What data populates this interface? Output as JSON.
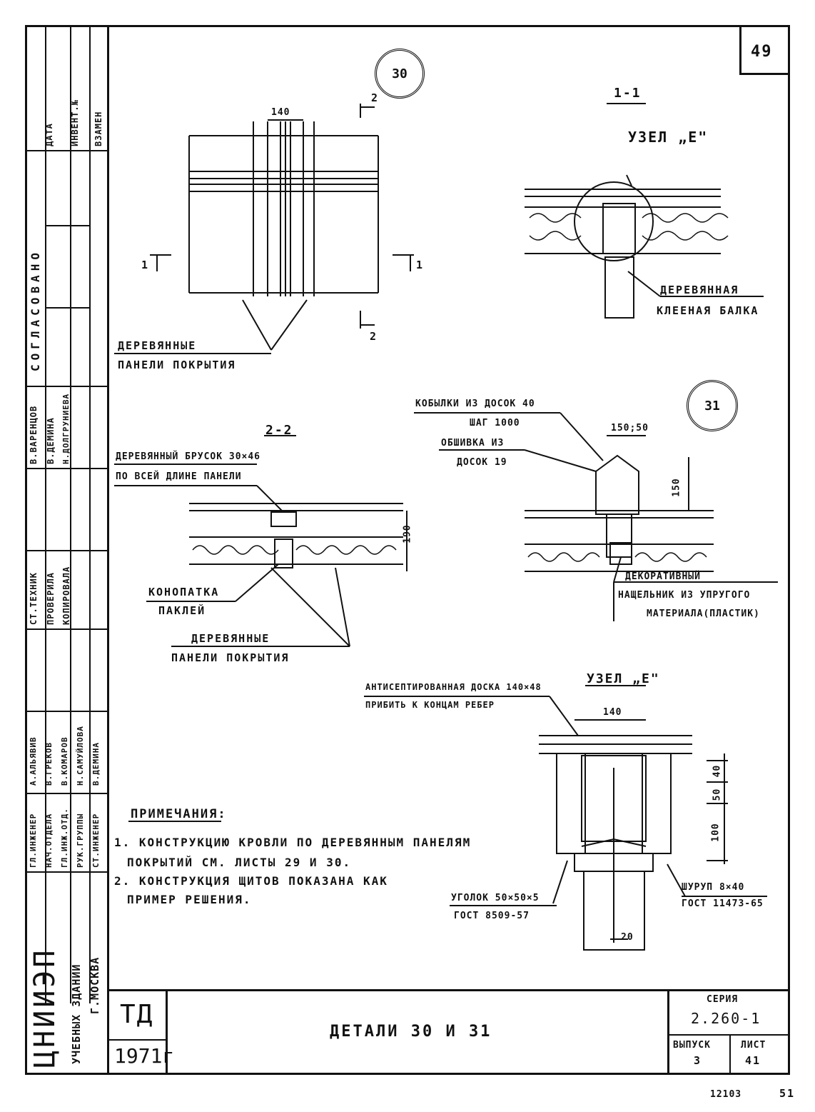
{
  "sheet_number_top": "49",
  "stamp_columns": [
    {
      "roles": [
        "ДАТА",
        "ИНВЕНТ.№",
        "ВЗАМЕН"
      ]
    },
    {
      "header": "СОГЛАСОВАНО"
    },
    {
      "names": [
        "В.ВАРЕНЦОВ",
        "В.ДЕМИНА",
        "Н.ДОЛГРУНИЕВА"
      ]
    },
    {
      "roles": [
        "СТ.ТЕХНИК",
        "ПРОВЕРИЛА",
        "КОПИРОВАЛА"
      ]
    },
    {
      "names": [
        "А.АЛЬЯВИВ",
        "В.ГРЕКОВ",
        "В.КОМАРОВ",
        "Н.САМУЙЛОВА",
        "В.ДЕМИНА"
      ]
    },
    {
      "roles": [
        "ГЛ.ИНЖЕНЕР",
        "НАЧ.ОТДЕЛА",
        "ГЛ.ИНЖ.ОТД.",
        "РУК.ГРУППЫ",
        "СТ.ИНЖЕНЕР"
      ]
    }
  ],
  "institute": {
    "name": "ЦНИИЭП",
    "line1": "УЧЕБНЫХ ЗДАНИЙ",
    "line2": "Г.МОСКВА"
  },
  "title_block": {
    "code": "ТД",
    "year": "1971г",
    "title": "ДЕТАЛИ 30 И 31",
    "series_label": "СЕРИЯ",
    "series_value": "2.260-1",
    "issue_label": "ВЫПУСК",
    "issue_value": "3",
    "sheet_label": "ЛИСТ",
    "sheet_value": "41"
  },
  "footer": {
    "number": "12103",
    "page": "51"
  },
  "detail_30": {
    "id": "30",
    "dim_140": "140",
    "section_2_top": "2",
    "section_2_bottom": "2",
    "section_1_left": "1",
    "section_1_right": "1",
    "label": [
      "ДЕРЕВЯННЫЕ",
      "ПАНЕЛИ ПОКРЫТИЯ"
    ]
  },
  "section_1_1": {
    "title": "1-1",
    "node_label": "УЗЕЛ „Е\"",
    "label": [
      "ДЕРЕВЯННАЯ",
      "КЛЕЕНАЯ БАЛКА"
    ]
  },
  "section_2_2": {
    "title": "2-2",
    "bar_label": [
      "ДЕРЕВЯННЫЙ БРУСОК 30×46",
      "ПО ВСЕЙ ДЛИНЕ ПАНЕЛИ"
    ],
    "dim_190": "190",
    "caulk_label": [
      "КОНОПАТКА",
      "ПАКЛЕЙ"
    ],
    "panel_label": [
      "ДЕРЕВЯННЫЕ",
      "ПАНЕЛИ ПОКРЫТИЯ"
    ]
  },
  "detail_31": {
    "id": "31",
    "saddle_label": [
      "КОБЫЛКИ ИЗ ДОСОК 40",
      "ШАГ 1000"
    ],
    "sheathing_label": [
      "ОБШИВКА ИЗ",
      "ДОСОК 19"
    ],
    "dim_150_50": "150;50",
    "dim_150": "150",
    "decor_label": [
      "ДЕКОРАТИВНЫЙ",
      "НАЩЕЛЬНИК ИЗ УПРУГОГО",
      "МАТЕРИАЛА(ПЛАСТИК)"
    ]
  },
  "node_e": {
    "title": "УЗЕЛ „Е\"",
    "board_label": [
      "АНТИСЕПТИРОВАННАЯ ДОСКА 140×48",
      "ПРИБИТЬ К КОНЦАМ РЕБЕР"
    ],
    "dim_140": "140",
    "dim_40": "40",
    "dim_50": "50",
    "dim_100": "100",
    "dim_20": "20",
    "screw_label": [
      "ШУРУП 8×40",
      "ГОСТ 11473-65"
    ],
    "angle_label": [
      "УГОЛОК 50×50×5",
      "ГОСТ 8509-57"
    ]
  },
  "notes": {
    "title": "ПРИМЕЧАНИЯ:",
    "items": [
      "1. КОНСТРУКЦИЮ КРОВЛИ ПО ДЕРЕВЯННЫМ ПАНЕЛЯМ",
      "ПОКРЫТИЙ СМ. ЛИСТЫ 29 И 30.",
      "2. КОНСТРУКЦИЯ ЩИТОВ ПОКАЗАНА КАК",
      "ПРИМЕР РЕШЕНИЯ."
    ]
  }
}
